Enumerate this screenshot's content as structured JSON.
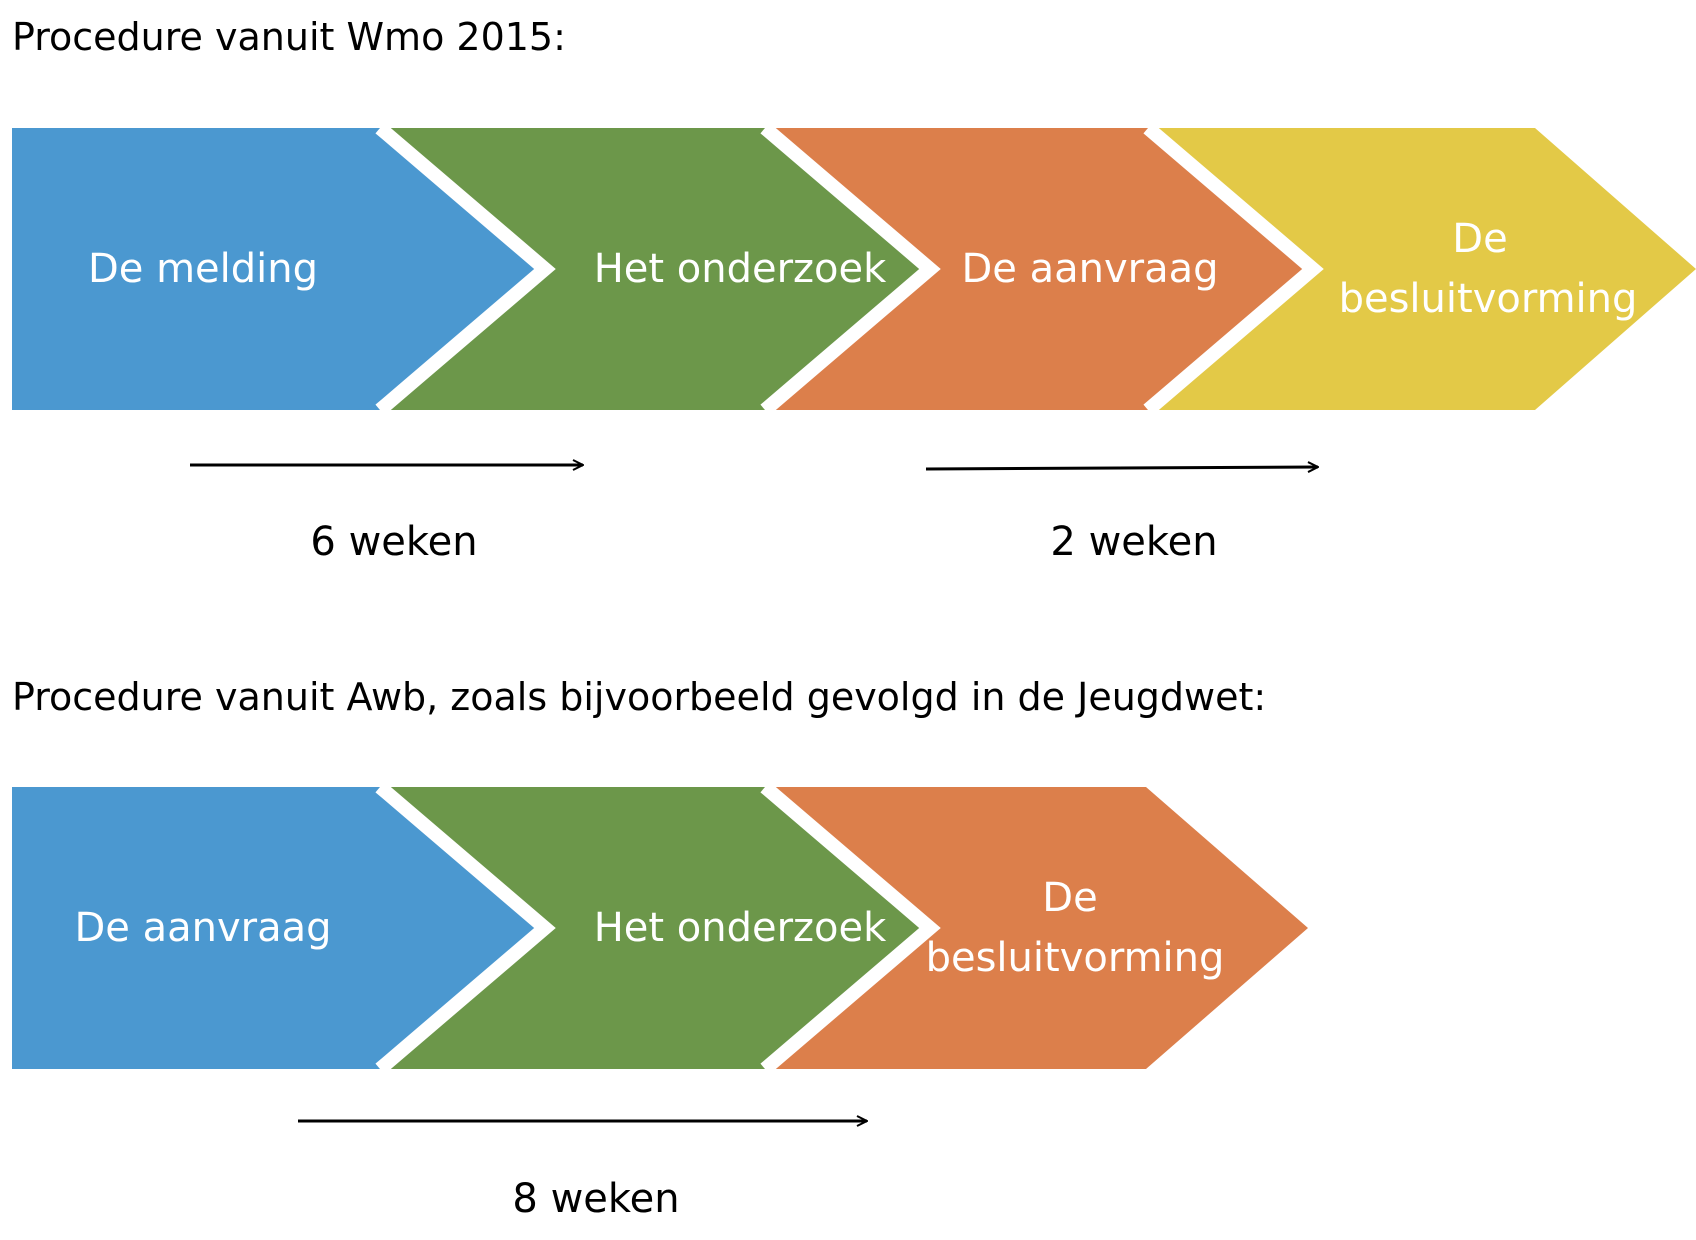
{
  "colors": {
    "blue": "#4B98D0",
    "green": "#6C974A",
    "orange": "#DC7F4B",
    "yellow": "#E3C947",
    "separator": "#FFFFFF",
    "arrow": "#000000"
  },
  "wmo": {
    "title": "Procedure vanuit Wmo 2015:",
    "steps": [
      {
        "lines": [
          "De melding"
        ],
        "color": "blue"
      },
      {
        "lines": [
          "Het onderzoek"
        ],
        "color": "green"
      },
      {
        "lines": [
          "De aanvraag"
        ],
        "color": "orange"
      },
      {
        "lines": [
          "De",
          "besluitvorming"
        ],
        "color": "yellow"
      }
    ],
    "durations": [
      "6 weken",
      "2 weken"
    ]
  },
  "awb": {
    "title": "Procedure vanuit Awb, zoals bijvoorbeeld gevolgd in de Jeugdwet:",
    "steps": [
      {
        "lines": [
          "De aanvraag"
        ],
        "color": "blue"
      },
      {
        "lines": [
          "Het onderzoek"
        ],
        "color": "green"
      },
      {
        "lines": [
          "De",
          "besluitvorming"
        ],
        "color": "orange"
      }
    ],
    "durations": [
      "8 weken"
    ]
  }
}
